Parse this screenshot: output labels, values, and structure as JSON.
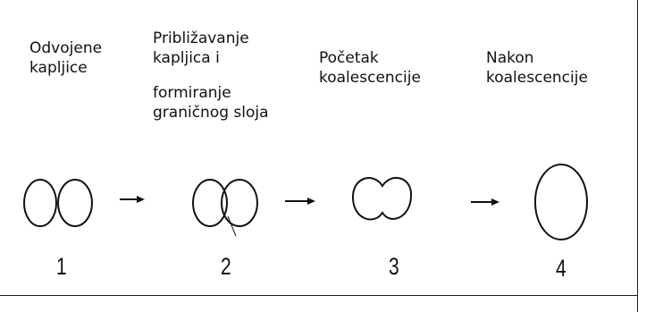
{
  "stages": [
    {
      "lines": [
        "Odvojene",
        "kapljice"
      ],
      "number": "1"
    },
    {
      "lines": [
        "Približavanje",
        "kapljica i",
        "",
        "formiranje",
        "graničnog sloja"
      ],
      "number": "2"
    },
    {
      "lines": [
        "Početak",
        "koalescencije"
      ],
      "number": "3"
    },
    {
      "lines": [
        "Nakon",
        "koalescencije"
      ],
      "number": "4"
    }
  ]
}
